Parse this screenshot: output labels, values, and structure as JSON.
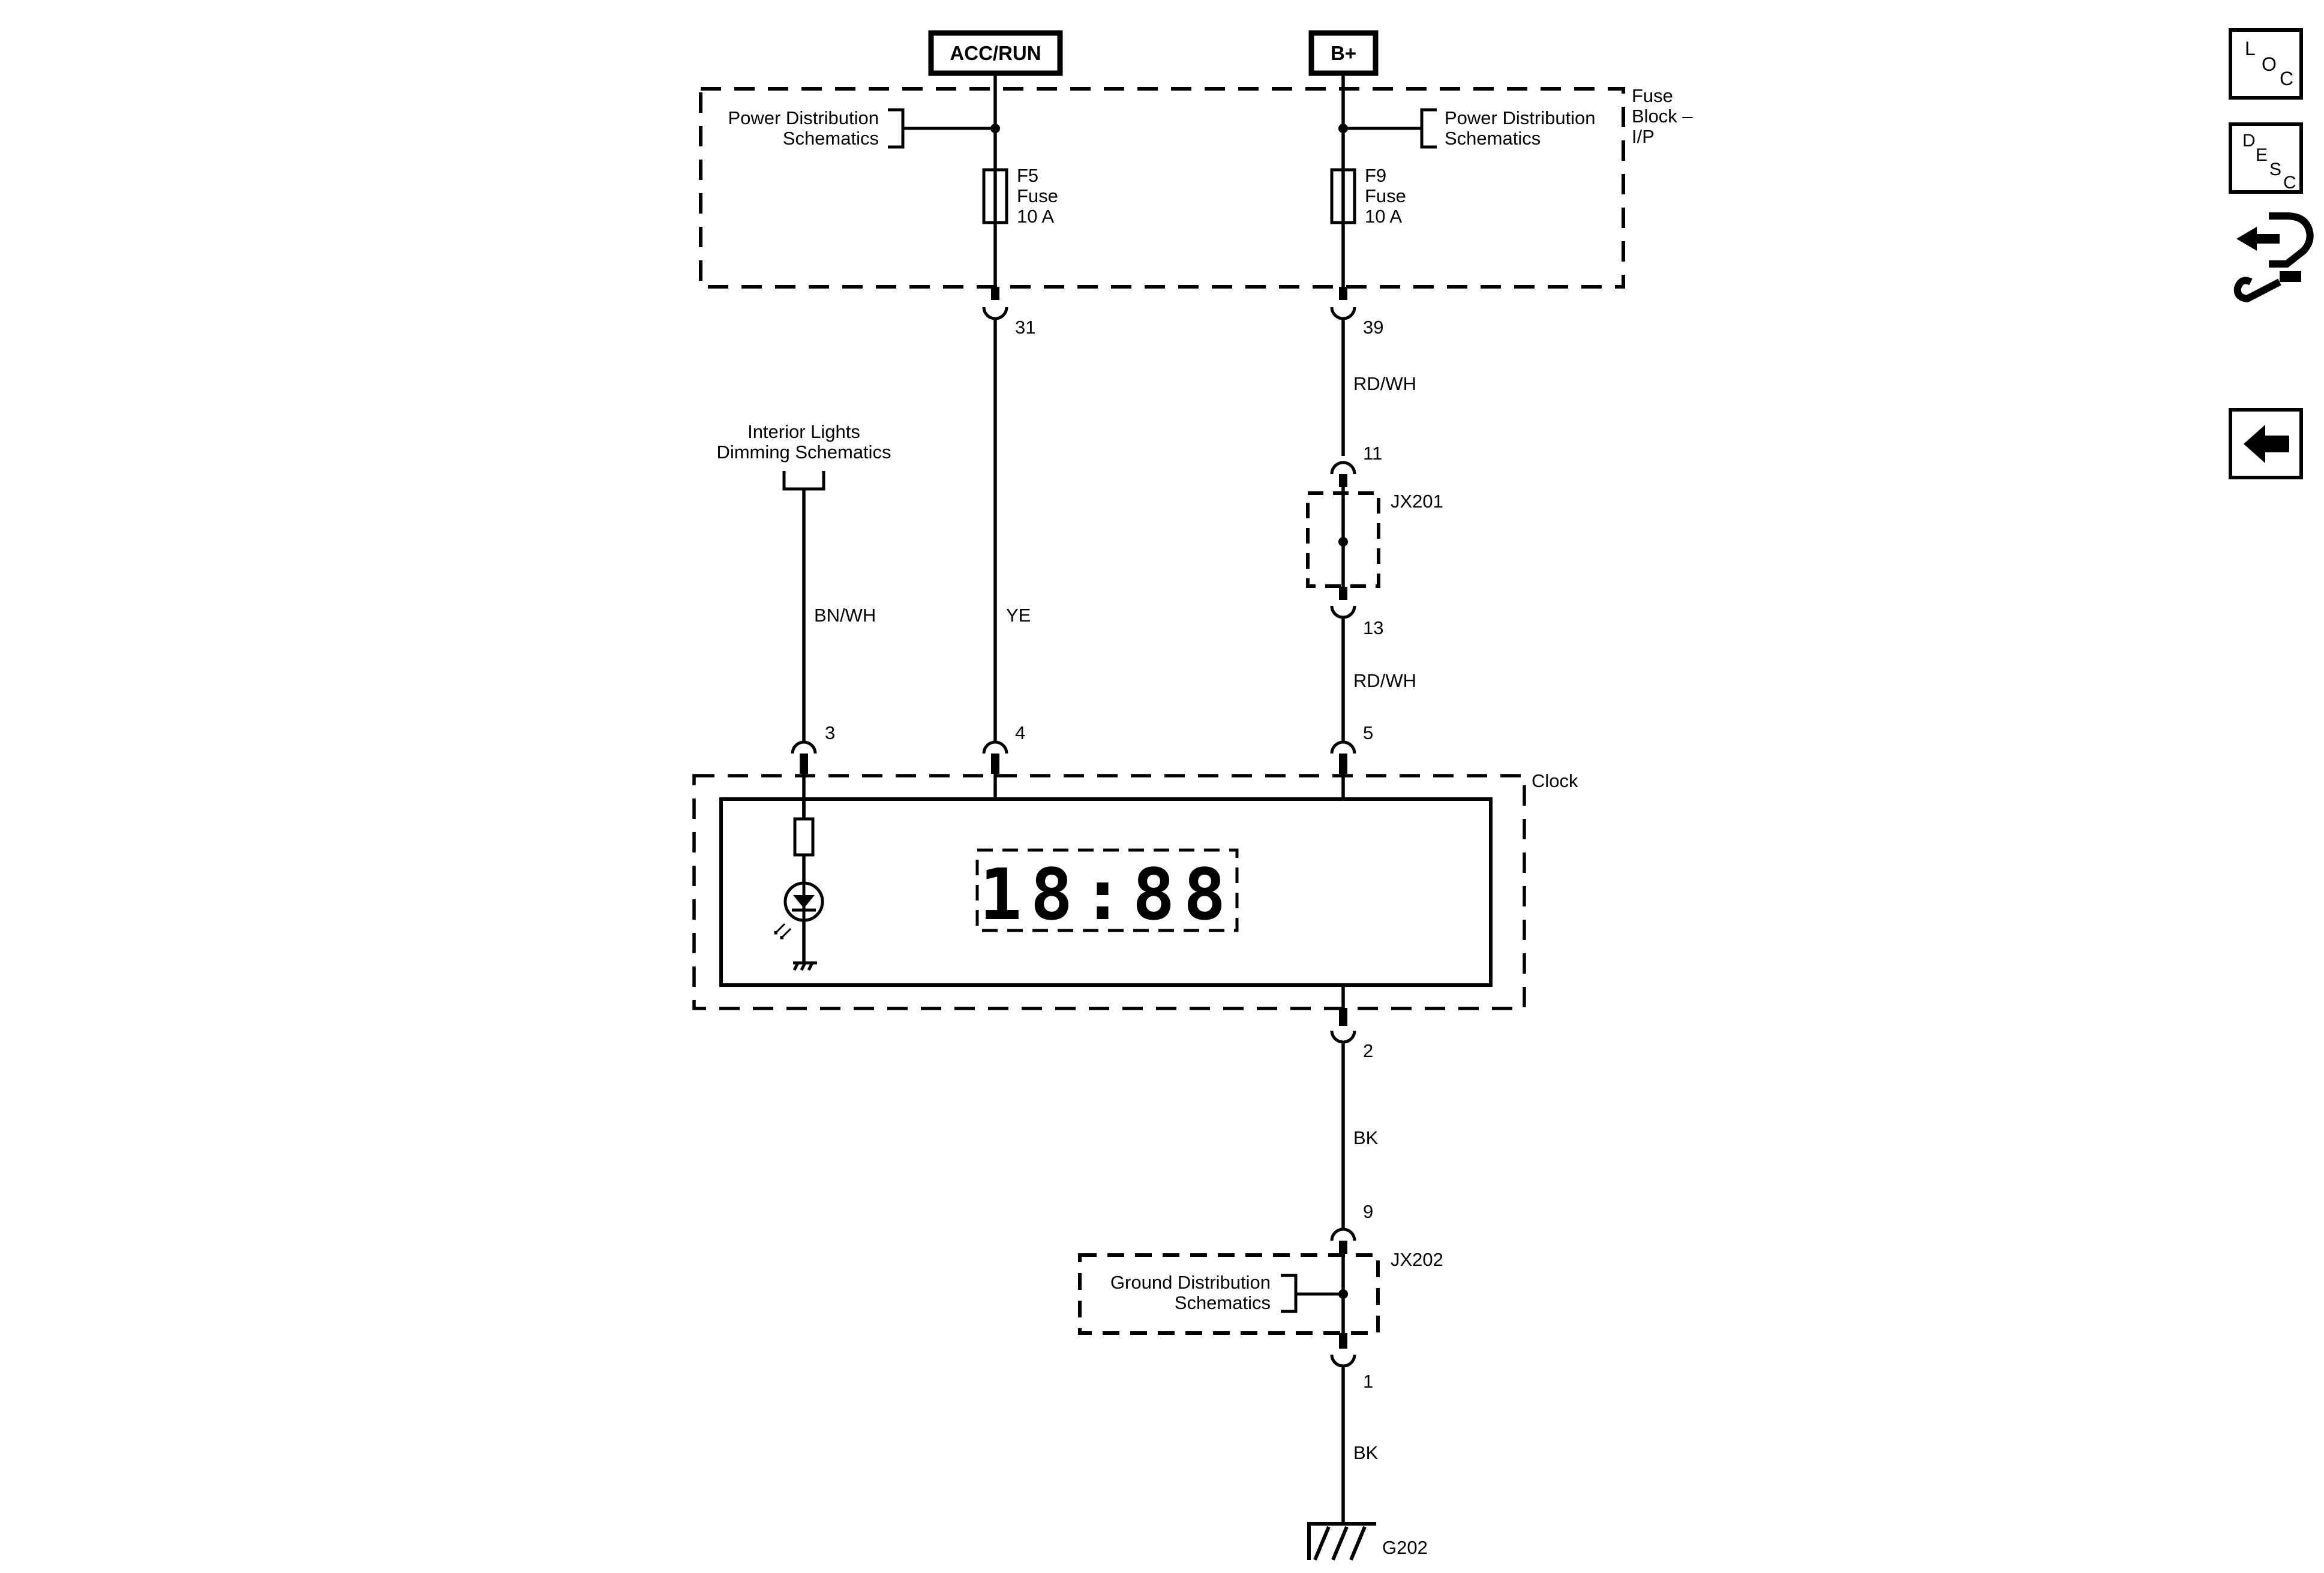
{
  "sources": {
    "acc_run": "ACC/RUN",
    "b_plus": "B+"
  },
  "fuse_block": {
    "title": "Fuse Block – I/P",
    "title_lines": [
      "Fuse",
      "Block –",
      "I/P"
    ],
    "power_ref_left": [
      "Power Distribution",
      "Schematics"
    ],
    "power_ref_right": [
      "Power Distribution",
      "Schematics"
    ],
    "fuse_f5": [
      "F5",
      "Fuse",
      "10 A"
    ],
    "fuse_f9": [
      "F9",
      "Fuse",
      "10 A"
    ]
  },
  "pins": {
    "p31": "31",
    "p39": "39",
    "p11": "11",
    "p13": "13",
    "p3": "3",
    "p4": "4",
    "p5": "5",
    "p2": "2",
    "p9": "9",
    "p1": "1"
  },
  "wires": {
    "rdwh_upper": "RD/WH",
    "rdwh_lower": "RD/WH",
    "bnwh": "BN/WH",
    "ye": "YE",
    "bk_upper": "BK",
    "bk_lower": "BK"
  },
  "connectors": {
    "jx201": "JX201",
    "jx202": "JX202"
  },
  "dimming_ref": [
    "Interior Lights",
    "Dimming Schematics"
  ],
  "clock": {
    "label": "Clock",
    "display": "18:88"
  },
  "ground_ref": [
    "Ground Distribution",
    "Schematics"
  ],
  "ground": "G202",
  "nav": {
    "loc": [
      "L",
      "O",
      "C"
    ],
    "desc": [
      "D",
      "E",
      "S",
      "C"
    ]
  },
  "colors": {
    "ink": "#000000",
    "background": "#ffffff"
  }
}
